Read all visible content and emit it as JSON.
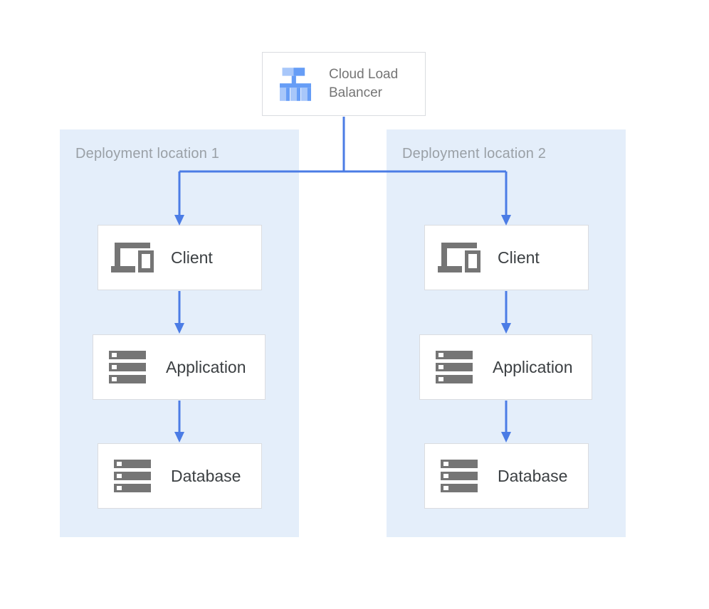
{
  "load_balancer": {
    "label": "Cloud Load Balancer",
    "icon": "load-balancer-icon"
  },
  "locations": [
    {
      "label": "Deployment location 1",
      "nodes": [
        {
          "label": "Client",
          "icon": "devices-icon"
        },
        {
          "label": "Application",
          "icon": "server-stack-icon"
        },
        {
          "label": "Database",
          "icon": "server-stack-icon"
        }
      ]
    },
    {
      "label": "Deployment location 2",
      "nodes": [
        {
          "label": "Client",
          "icon": "devices-icon"
        },
        {
          "label": "Application",
          "icon": "server-stack-icon"
        },
        {
          "label": "Database",
          "icon": "server-stack-icon"
        }
      ]
    }
  ],
  "colors": {
    "panel_bg": "#e4eefa",
    "arrow_blue": "#4b7ce5",
    "box_border": "#dadce0",
    "icon_gray": "#757575",
    "label_dark": "#3c4043",
    "panel_label_gray": "#9aa0a6",
    "lb_text_gray": "#757575",
    "lb_icon_light": "#a8c7fa",
    "lb_icon_medium": "#669df6",
    "canvas_bg": "#ffffff"
  }
}
